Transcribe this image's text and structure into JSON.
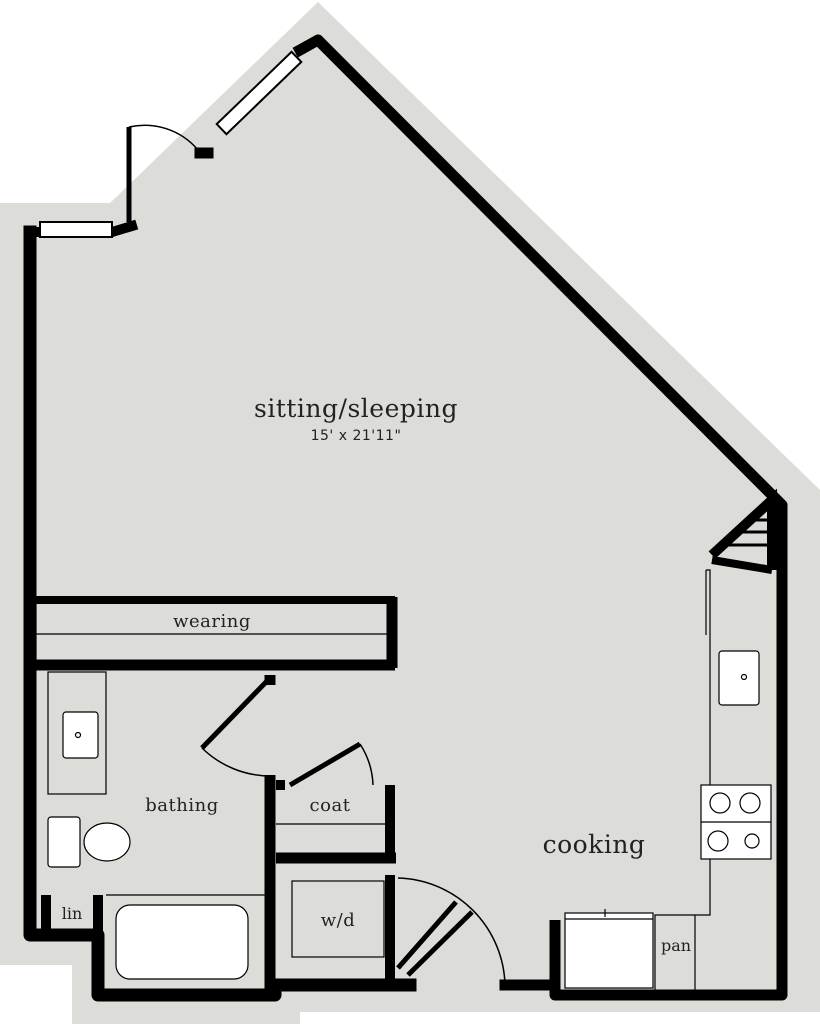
{
  "rooms": {
    "sitting": {
      "name": "sitting/sleeping",
      "dims": "15' x 21'11\""
    },
    "wearing": {
      "name": "wearing"
    },
    "bathing": {
      "name": "bathing"
    },
    "coat": {
      "name": "coat"
    },
    "wd": {
      "name": "w/d"
    },
    "cooking": {
      "name": "cooking"
    },
    "lin": {
      "name": "lin"
    },
    "pan": {
      "name": "pan"
    }
  },
  "colors": {
    "floor": "#dcddd8",
    "wall": "#000000",
    "fixture": "#ffffff",
    "background": "#ffffff"
  }
}
